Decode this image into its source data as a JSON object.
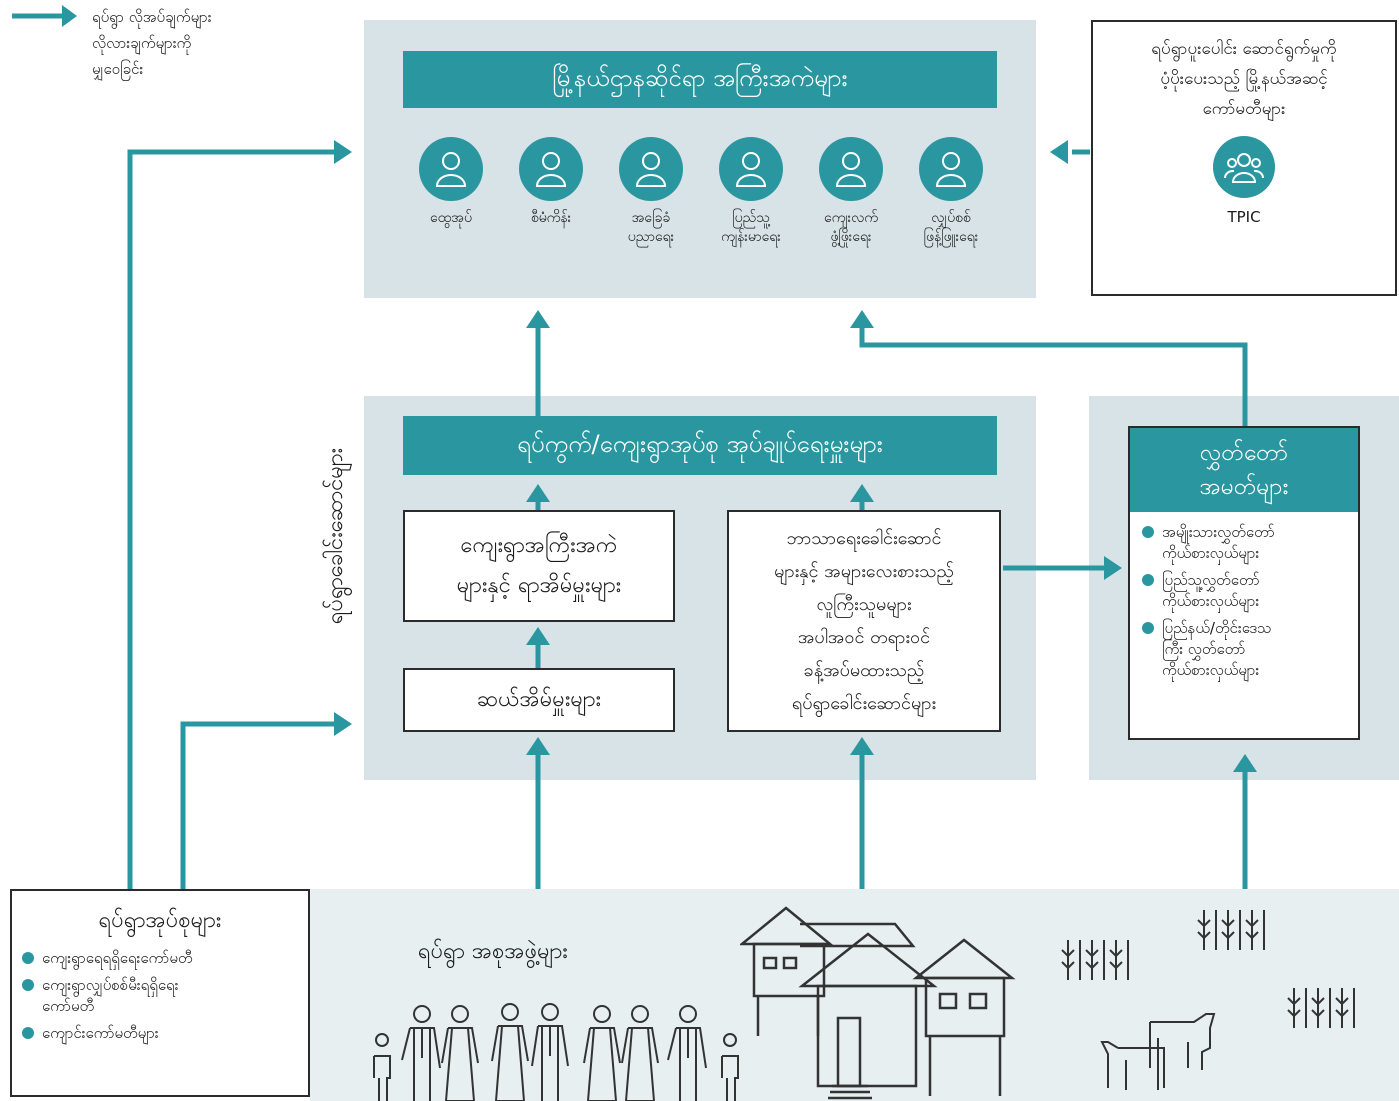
{
  "legend": {
    "label": "ရပ်ရွာ လိုအပ်ချက်များ\nလိုလားချက်များကို\nမျှဝေခြင်း"
  },
  "township_panel": {
    "title": "မြို့နယ်ဌာနဆိုင်ရာ အကြီးအကဲများ",
    "roles": [
      {
        "icon": "person-icon",
        "label": "ထွေအုပ်"
      },
      {
        "icon": "person-icon",
        "label": "စီမံကိန်း"
      },
      {
        "icon": "person-icon",
        "label": "အခြေခံ\nပညာရေး"
      },
      {
        "icon": "person-icon",
        "label": "ပြည်သူ့\nကျန်းမာရေး"
      },
      {
        "icon": "person-icon",
        "label": "ကျေးလက်\nဖွံ့ဖြိုးရေး"
      },
      {
        "icon": "person-icon",
        "label": "လျှပ်စစ်\nဖြန့်ဖြူးရေး"
      }
    ]
  },
  "tpic_box": {
    "title": "ရပ်ရွာပူးပေါင်း ဆောင်ရွက်မှုကို\nပံ့ပိုးပေးသည့် မြို့နယ်အဆင့်\nကော်မတီများ",
    "icon": "group-icon",
    "label": "TPIC"
  },
  "leaders_panel": {
    "vertical_label": "ရပ်ရွာခေါင်းဆောင်များ",
    "title": "ရပ်ကွက်/ကျေးရွာအုပ်စု အုပ်ချုပ်ရေးမှူးများ",
    "box_village_elders": "ကျေးရွာအကြီးအကဲ\nများနှင့် ရာအိမ်မှူးများ",
    "box_ten_household": "ဆယ်အိမ်မှူးများ",
    "box_religious": "ဘာသာရေးခေါင်းဆောင်\nများနှင့် အများလေးစားသည့်\nလူကြီးသူမများ\nအပါအဝင် တရားဝင်\nခန့်အပ်မထားသည့်\nရပ်ရွာခေါင်းဆောင်များ"
  },
  "mp_panel": {
    "title": "လွှတ်တော်\nအမတ်များ",
    "items": [
      "အမျိုးသားလွှတ်တော်\nကိုယ်စားလှယ်များ",
      "ပြည်သူ့လွှတ်တော်\nကိုယ်စားလှယ်များ",
      "ပြည်နယ်/တိုင်းဒေသ\nကြီး လွှတ်တော်\nကိုယ်စားလှယ်များ"
    ]
  },
  "community_groups": {
    "title": "ရပ်ရွာအုပ်စုများ",
    "items": [
      "ကျေးရွာရေရရှိရေးကော်မတီ",
      "ကျေးရွာလျှပ်စစ်မီးရရှိရေး\nကော်မတီ",
      "ကျောင်းကော်မတီများ"
    ]
  },
  "community_panel": {
    "label": "ရပ်ရွာ အစုအဖွဲ့များ"
  },
  "colors": {
    "accent": "#2a96a0",
    "panel": "#d7e3e6",
    "bottom_panel": "#e7eff1",
    "ink": "#2b2b2b"
  }
}
